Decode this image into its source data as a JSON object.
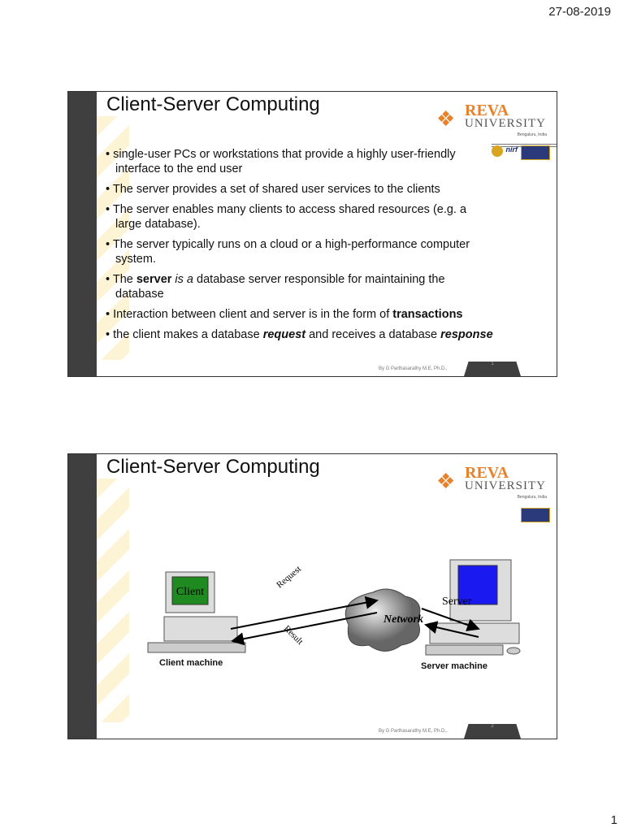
{
  "header": {
    "date": "27-08-2019"
  },
  "page_number": "1",
  "slides": [
    {
      "title": "Client-Server Computing",
      "logo": {
        "name": "REVA",
        "sub": "UNIVERSITY",
        "location": "Bengaluru, India"
      },
      "bullets": [
        [
          "single-user PCs or workstations that provide a highly user-friendly interface to the end user"
        ],
        [
          "The server provides a set of shared user services to the clients"
        ],
        [
          "The server enables many clients to access shared resources (e.g. a large database)."
        ],
        [
          "The server typically runs on a cloud or a high-performance computer system."
        ],
        [
          "The ",
          "server",
          " is a ",
          "database server",
          " responsible for maintaining the database"
        ],
        [
          "Interaction between client and server is in the form of ",
          "transactions"
        ],
        [
          "the client makes a database ",
          "request",
          " and receives a database ",
          "response"
        ]
      ],
      "footer": "By G Parthasarathy M.E, Ph.D.,",
      "number": "1"
    },
    {
      "title": "Client-Server Computing",
      "logo": {
        "name": "REVA",
        "sub": "UNIVERSITY",
        "location": "Bengaluru, India"
      },
      "diagram": {
        "client_screen": "Client",
        "server_screen": "Server",
        "network": "Network",
        "request": "Request",
        "result": "Result",
        "client_label": "Client machine",
        "server_label": "Server machine"
      },
      "footer": "By G Parthasarathy M.E, Ph.D.,",
      "number": "2"
    }
  ]
}
